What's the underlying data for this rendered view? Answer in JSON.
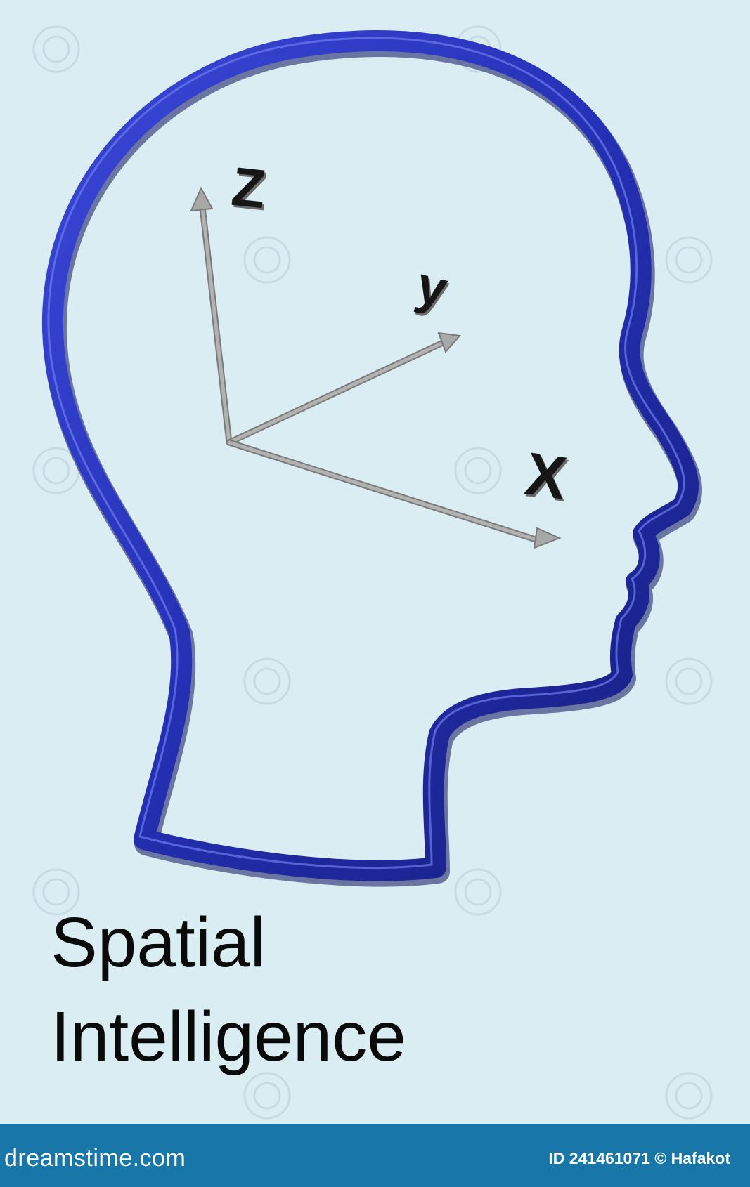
{
  "axes": {
    "z_label": "Z",
    "y_label": "y",
    "x_label": "X"
  },
  "caption": {
    "line1": "Spatial",
    "line2": "Intelligence"
  },
  "footer": {
    "brand": "dreamstime.com",
    "credit": "ID 241461071 © Hafakot"
  },
  "colors": {
    "background": "#daedf3",
    "head_outline": "#2531b8",
    "axis_arrows": "#a3a3a3",
    "footer_bar": "#1876a8"
  }
}
